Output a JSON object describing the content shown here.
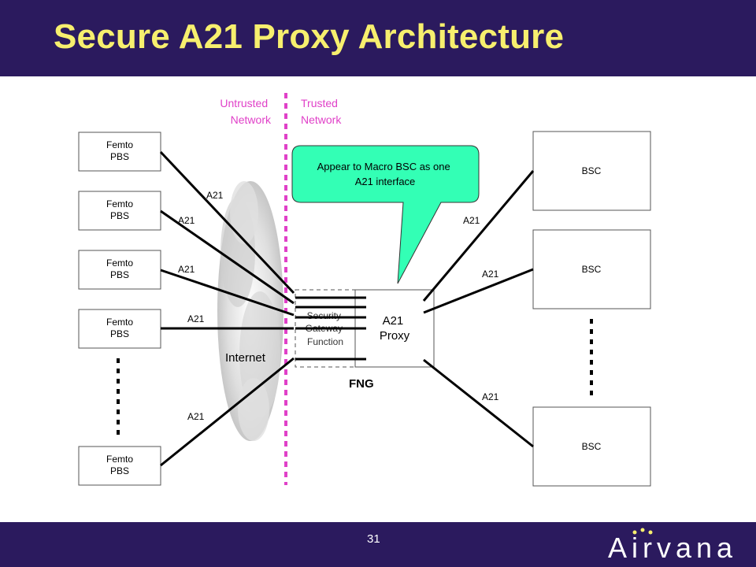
{
  "slide": {
    "title": "Secure A21 Proxy Architecture",
    "page_number": "31",
    "logo_text": "Airvana"
  },
  "zones": {
    "untrusted": [
      "Untrusted",
      "Network"
    ],
    "trusted": [
      "Trusted",
      "Network"
    ],
    "color": "#e040c8"
  },
  "femto_nodes": [
    {
      "line1": "Femto",
      "line2": "PBS"
    },
    {
      "line1": "Femto",
      "line2": "PBS"
    },
    {
      "line1": "Femto",
      "line2": "PBS"
    },
    {
      "line1": "Femto",
      "line2": "PBS"
    },
    {
      "line1": "Femto",
      "line2": "PBS"
    }
  ],
  "bsc_nodes": [
    {
      "label": "BSC"
    },
    {
      "label": "BSC"
    },
    {
      "label": "BSC"
    }
  ],
  "callout": {
    "text_line1": "Appear to Macro BSC as one",
    "text_line2": "A21 interface",
    "fill": "#33ffb5"
  },
  "link_labels": {
    "femto": [
      "A21",
      "A21",
      "A21",
      "A21",
      "A21"
    ],
    "bsc": [
      "A21",
      "A21",
      "A21"
    ]
  },
  "internet_label": "Internet",
  "security_gateway": [
    "Security",
    "Gateway",
    "Function"
  ],
  "proxy": [
    "A21",
    "Proxy"
  ],
  "fng_label": "FNG"
}
